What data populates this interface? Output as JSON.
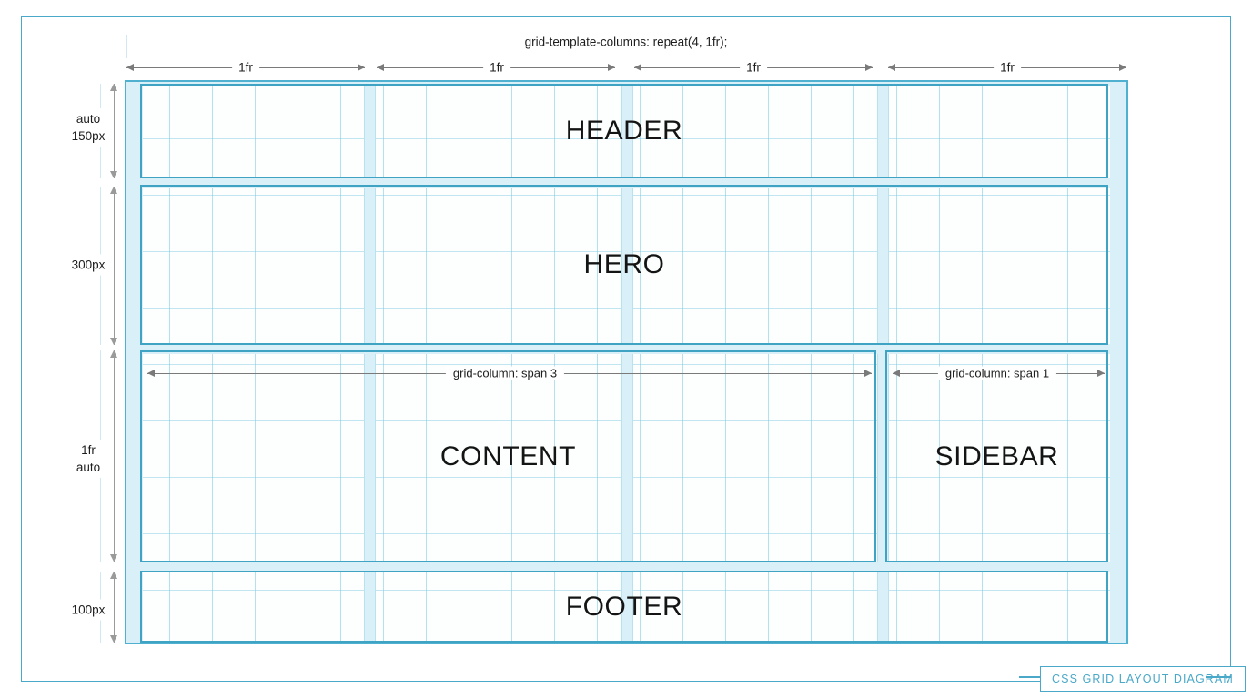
{
  "diagram": {
    "title_badge": "CSS GRID LAYOUT DIAGRAM",
    "columns_declaration": "grid-template-columns: repeat(4, 1fr);",
    "colors": {
      "accent": "#4aa8c8",
      "area_border": "#3fa3c4",
      "gutter_fill": "#d9f0f8",
      "grid_line": "#78c8e1",
      "dimension_line": "#7a7a7a",
      "text": "#141414"
    }
  },
  "column_tracks": [
    {
      "label": "1fr"
    },
    {
      "label": "1fr"
    },
    {
      "label": "1fr"
    },
    {
      "label": "1fr"
    }
  ],
  "row_tracks": [
    {
      "label": "auto\n150px",
      "line1": "auto",
      "line2": "150px"
    },
    {
      "label": "300px",
      "line1": "300px",
      "line2": ""
    },
    {
      "label": "1fr\nauto",
      "line1": "1fr",
      "line2": "auto"
    },
    {
      "label": "100px",
      "line1": "100px",
      "line2": ""
    }
  ],
  "areas": [
    {
      "name": "header",
      "label": "HEADER"
    },
    {
      "name": "hero",
      "label": "HERO"
    },
    {
      "name": "content",
      "label": "CONTENT"
    },
    {
      "name": "sidebar",
      "label": "SIDEBAR"
    },
    {
      "name": "footer",
      "label": "FOOTER"
    }
  ],
  "span_annotations": [
    {
      "target": "content",
      "label": "grid-column: span 3"
    },
    {
      "target": "sidebar",
      "label": "grid-column: span 1"
    }
  ]
}
